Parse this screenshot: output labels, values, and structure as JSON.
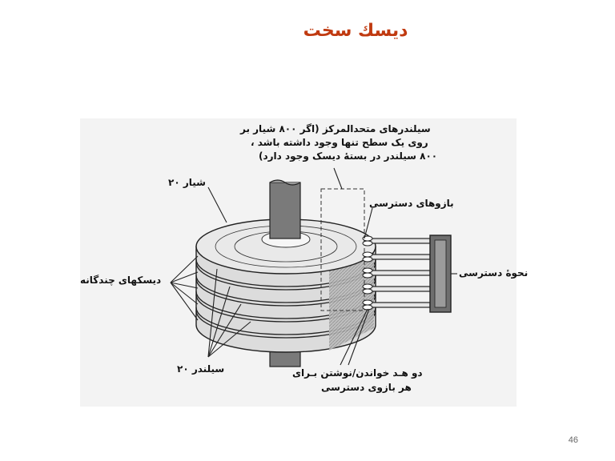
{
  "slide": {
    "title": "دیسك سخت",
    "page_number": "46"
  },
  "diagram": {
    "labels": {
      "cylinders_note": [
        "سيلندرهای متحدالمركز (اگر ۸۰۰ شيار بر",
        "روی يک سطح تنها وجود داشته باشد ،",
        "۸۰۰ سيلندر در بستهٔ ديسک وجود دارد)"
      ],
      "track": "شيار ۲۰",
      "access_arms": "بازوهای دسترسی",
      "disks": "ديسكهای چندگانه",
      "access_mechanism": "نحوهٔ دسترسی",
      "cylinder": "سيلندر ۲۰",
      "heads": [
        "دو  هـد  خواندن/نوشتن بـرای",
        "هر بازوی دسترسی"
      ]
    }
  }
}
